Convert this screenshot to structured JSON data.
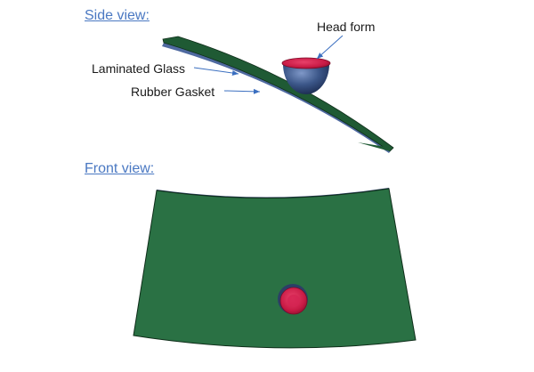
{
  "headings": {
    "side_view": "Side view:",
    "front_view": "Front view:"
  },
  "labels": {
    "head_form": "Head form",
    "laminated_glass": "Laminated Glass",
    "rubber_gasket": "Rubber Gasket"
  },
  "colors": {
    "glass": "#1f5a34",
    "glass_front": "#2a7144",
    "gasket": "#4f6aa0",
    "head_body": "#3b5688",
    "head_cap": "#c81a45",
    "heading": "#4a78c2",
    "arrow": "#3b6fc0"
  }
}
